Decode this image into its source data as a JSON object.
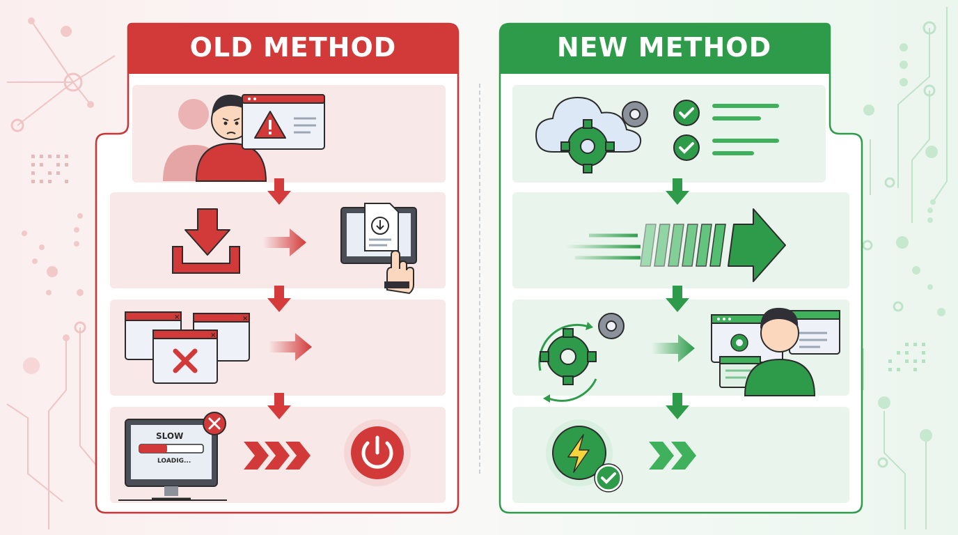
{
  "old_method": {
    "title": "OLD METHOD",
    "color": "#d23a3a",
    "monitor_text_1": "SLOW",
    "monitor_text_2": "LOADIG..."
  },
  "new_method": {
    "title": "NEW METHOD",
    "color": "#2e9b4a"
  },
  "icons": {
    "old": [
      "frustrated-user-icon",
      "warning-window-icon",
      "download-icon",
      "manual-install-icon",
      "error-windows-icon",
      "slow-monitor-icon",
      "power-icon"
    ],
    "new": [
      "cloud-gears-icon",
      "checklist-icon",
      "fast-arrow-icon",
      "auto-gears-icon",
      "happy-user-icon",
      "lightning-check-icon"
    ]
  }
}
